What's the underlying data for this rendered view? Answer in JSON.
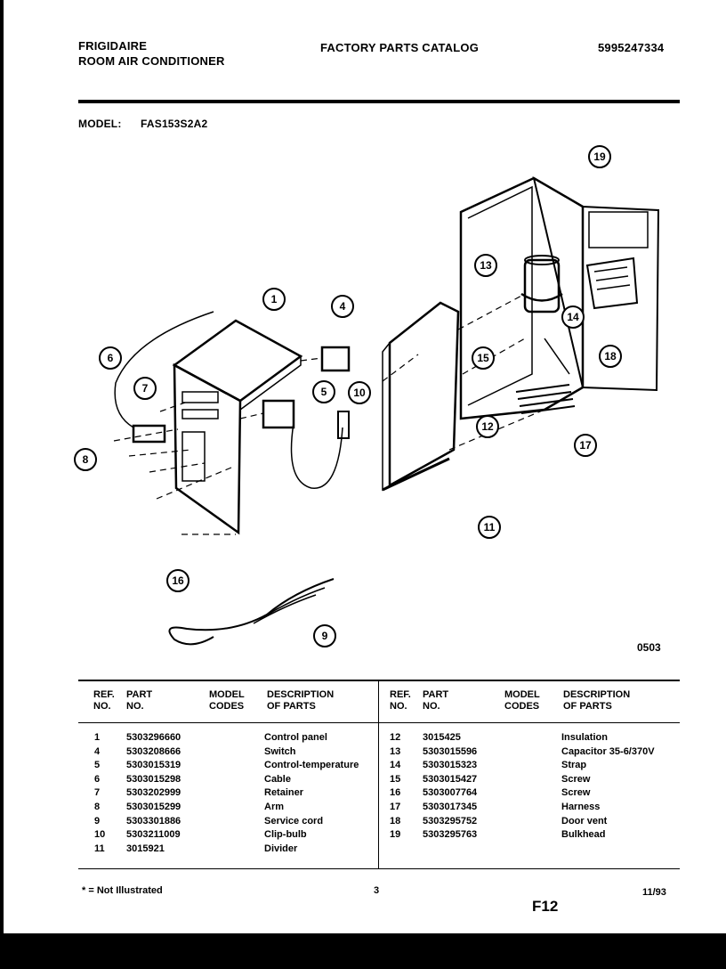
{
  "header": {
    "brand": "FRIGIDAIRE",
    "product": "ROOM AIR CONDITIONER",
    "catalog_title": "FACTORY PARTS CATALOG",
    "catalog_number": "5995247334",
    "model_label": "MODEL:",
    "model_number": "FAS153S2A2"
  },
  "diagram": {
    "callouts": [
      "1",
      "4",
      "5",
      "6",
      "7",
      "8",
      "9",
      "10",
      "11",
      "12",
      "13",
      "14",
      "15",
      "16",
      "17",
      "18",
      "19"
    ],
    "code": "0503"
  },
  "table": {
    "headers": {
      "ref_line1": "REF.",
      "ref_line2": "NO.",
      "part_line1": "PART",
      "part_line2": "NO.",
      "model_line1": "MODEL",
      "model_line2": "CODES",
      "desc_line1": "DESCRIPTION",
      "desc_line2": "OF PARTS"
    },
    "left_rows": [
      {
        "ref": "1",
        "part": "5303296660",
        "desc": "Control panel"
      },
      {
        "ref": "4",
        "part": "5303208666",
        "desc": "Switch"
      },
      {
        "ref": "5",
        "part": "5303015319",
        "desc": "Control-temperature"
      },
      {
        "ref": "6",
        "part": "5303015298",
        "desc": "Cable"
      },
      {
        "ref": "7",
        "part": "5303202999",
        "desc": "Retainer"
      },
      {
        "ref": "8",
        "part": "5303015299",
        "desc": "Arm"
      },
      {
        "ref": "9",
        "part": "5303301886",
        "desc": "Service cord"
      },
      {
        "ref": "10",
        "part": "5303211009",
        "desc": "Clip-bulb"
      },
      {
        "ref": "11",
        "part": "3015921",
        "desc": "Divider"
      }
    ],
    "right_rows": [
      {
        "ref": "12",
        "part": "3015425",
        "desc": "Insulation"
      },
      {
        "ref": "13",
        "part": "5303015596",
        "desc": "Capacitor 35-6/370V"
      },
      {
        "ref": "14",
        "part": "5303015323",
        "desc": "Strap"
      },
      {
        "ref": "15",
        "part": "5303015427",
        "desc": "Screw"
      },
      {
        "ref": "16",
        "part": "5303007764",
        "desc": "Screw"
      },
      {
        "ref": "17",
        "part": "5303017345",
        "desc": "Harness"
      },
      {
        "ref": "18",
        "part": "5303295752",
        "desc": "Door vent"
      },
      {
        "ref": "19",
        "part": "5303295763",
        "desc": "Bulkhead"
      }
    ]
  },
  "footer": {
    "note": "* = Not Illustrated",
    "page": "3",
    "figure": "F12",
    "date": "11/93"
  }
}
